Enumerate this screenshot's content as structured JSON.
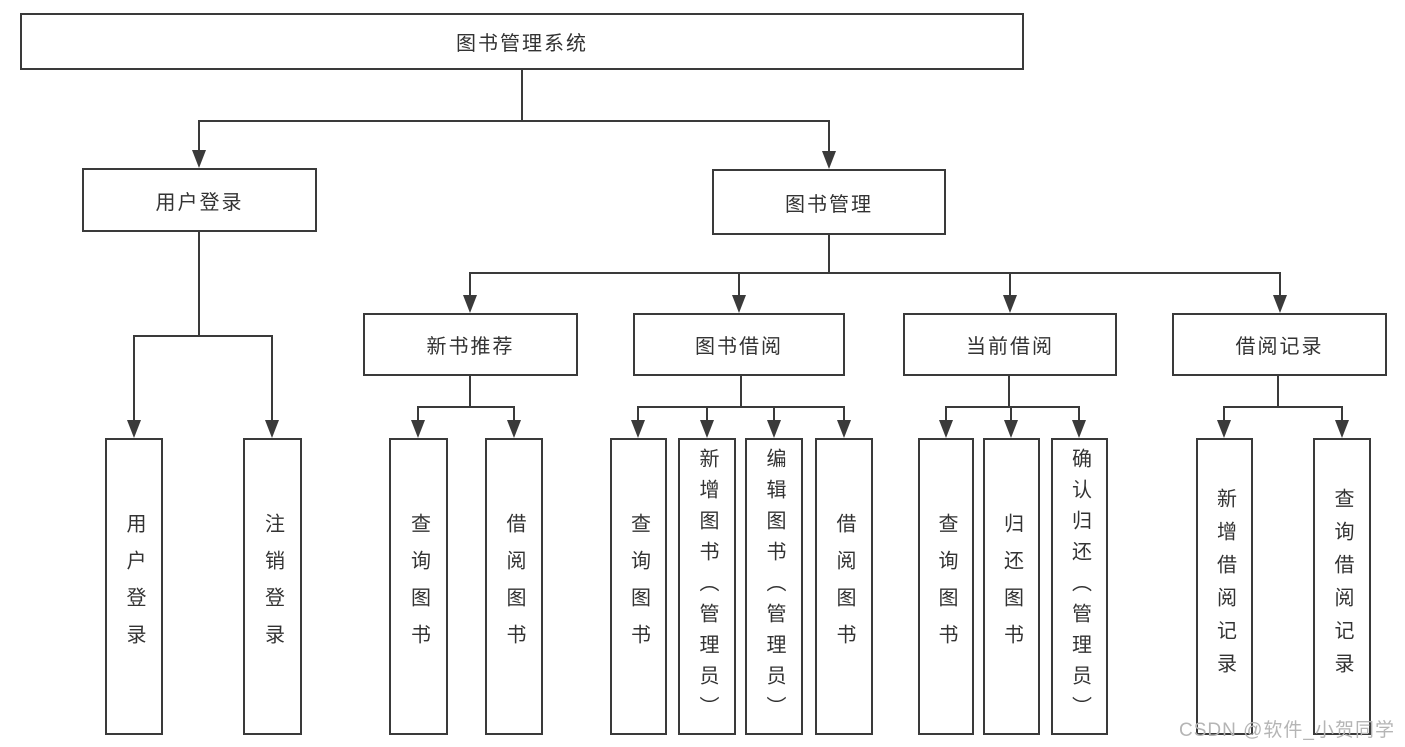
{
  "diagram": {
    "title": "图书管理系统",
    "nodes": {
      "user_login": "用户登录",
      "book_mgmt": "图书管理",
      "new_books": "新书推荐",
      "book_borrow": "图书借阅",
      "current_borrow": "当前借阅",
      "borrow_records": "借阅记录"
    },
    "leaves": {
      "user_login": [
        "用户登录",
        "注销登录"
      ],
      "new_books": [
        "查询图书",
        "借阅图书"
      ],
      "book_borrow": [
        "查询图书",
        "新增图书（管理员）",
        "编辑图书（管理员）",
        "借阅图书"
      ],
      "current_borrow": [
        "查询图书",
        "归还图书",
        "确认归还（管理员）"
      ],
      "borrow_records": [
        "新增借阅记录",
        "查询借阅记录"
      ]
    },
    "watermark": "CSDN @软件_小贺同学",
    "colors": {
      "line": "#3a3a3a",
      "text": "#333333",
      "watermark": "#b5b5b5",
      "background": "#ffffff"
    }
  }
}
